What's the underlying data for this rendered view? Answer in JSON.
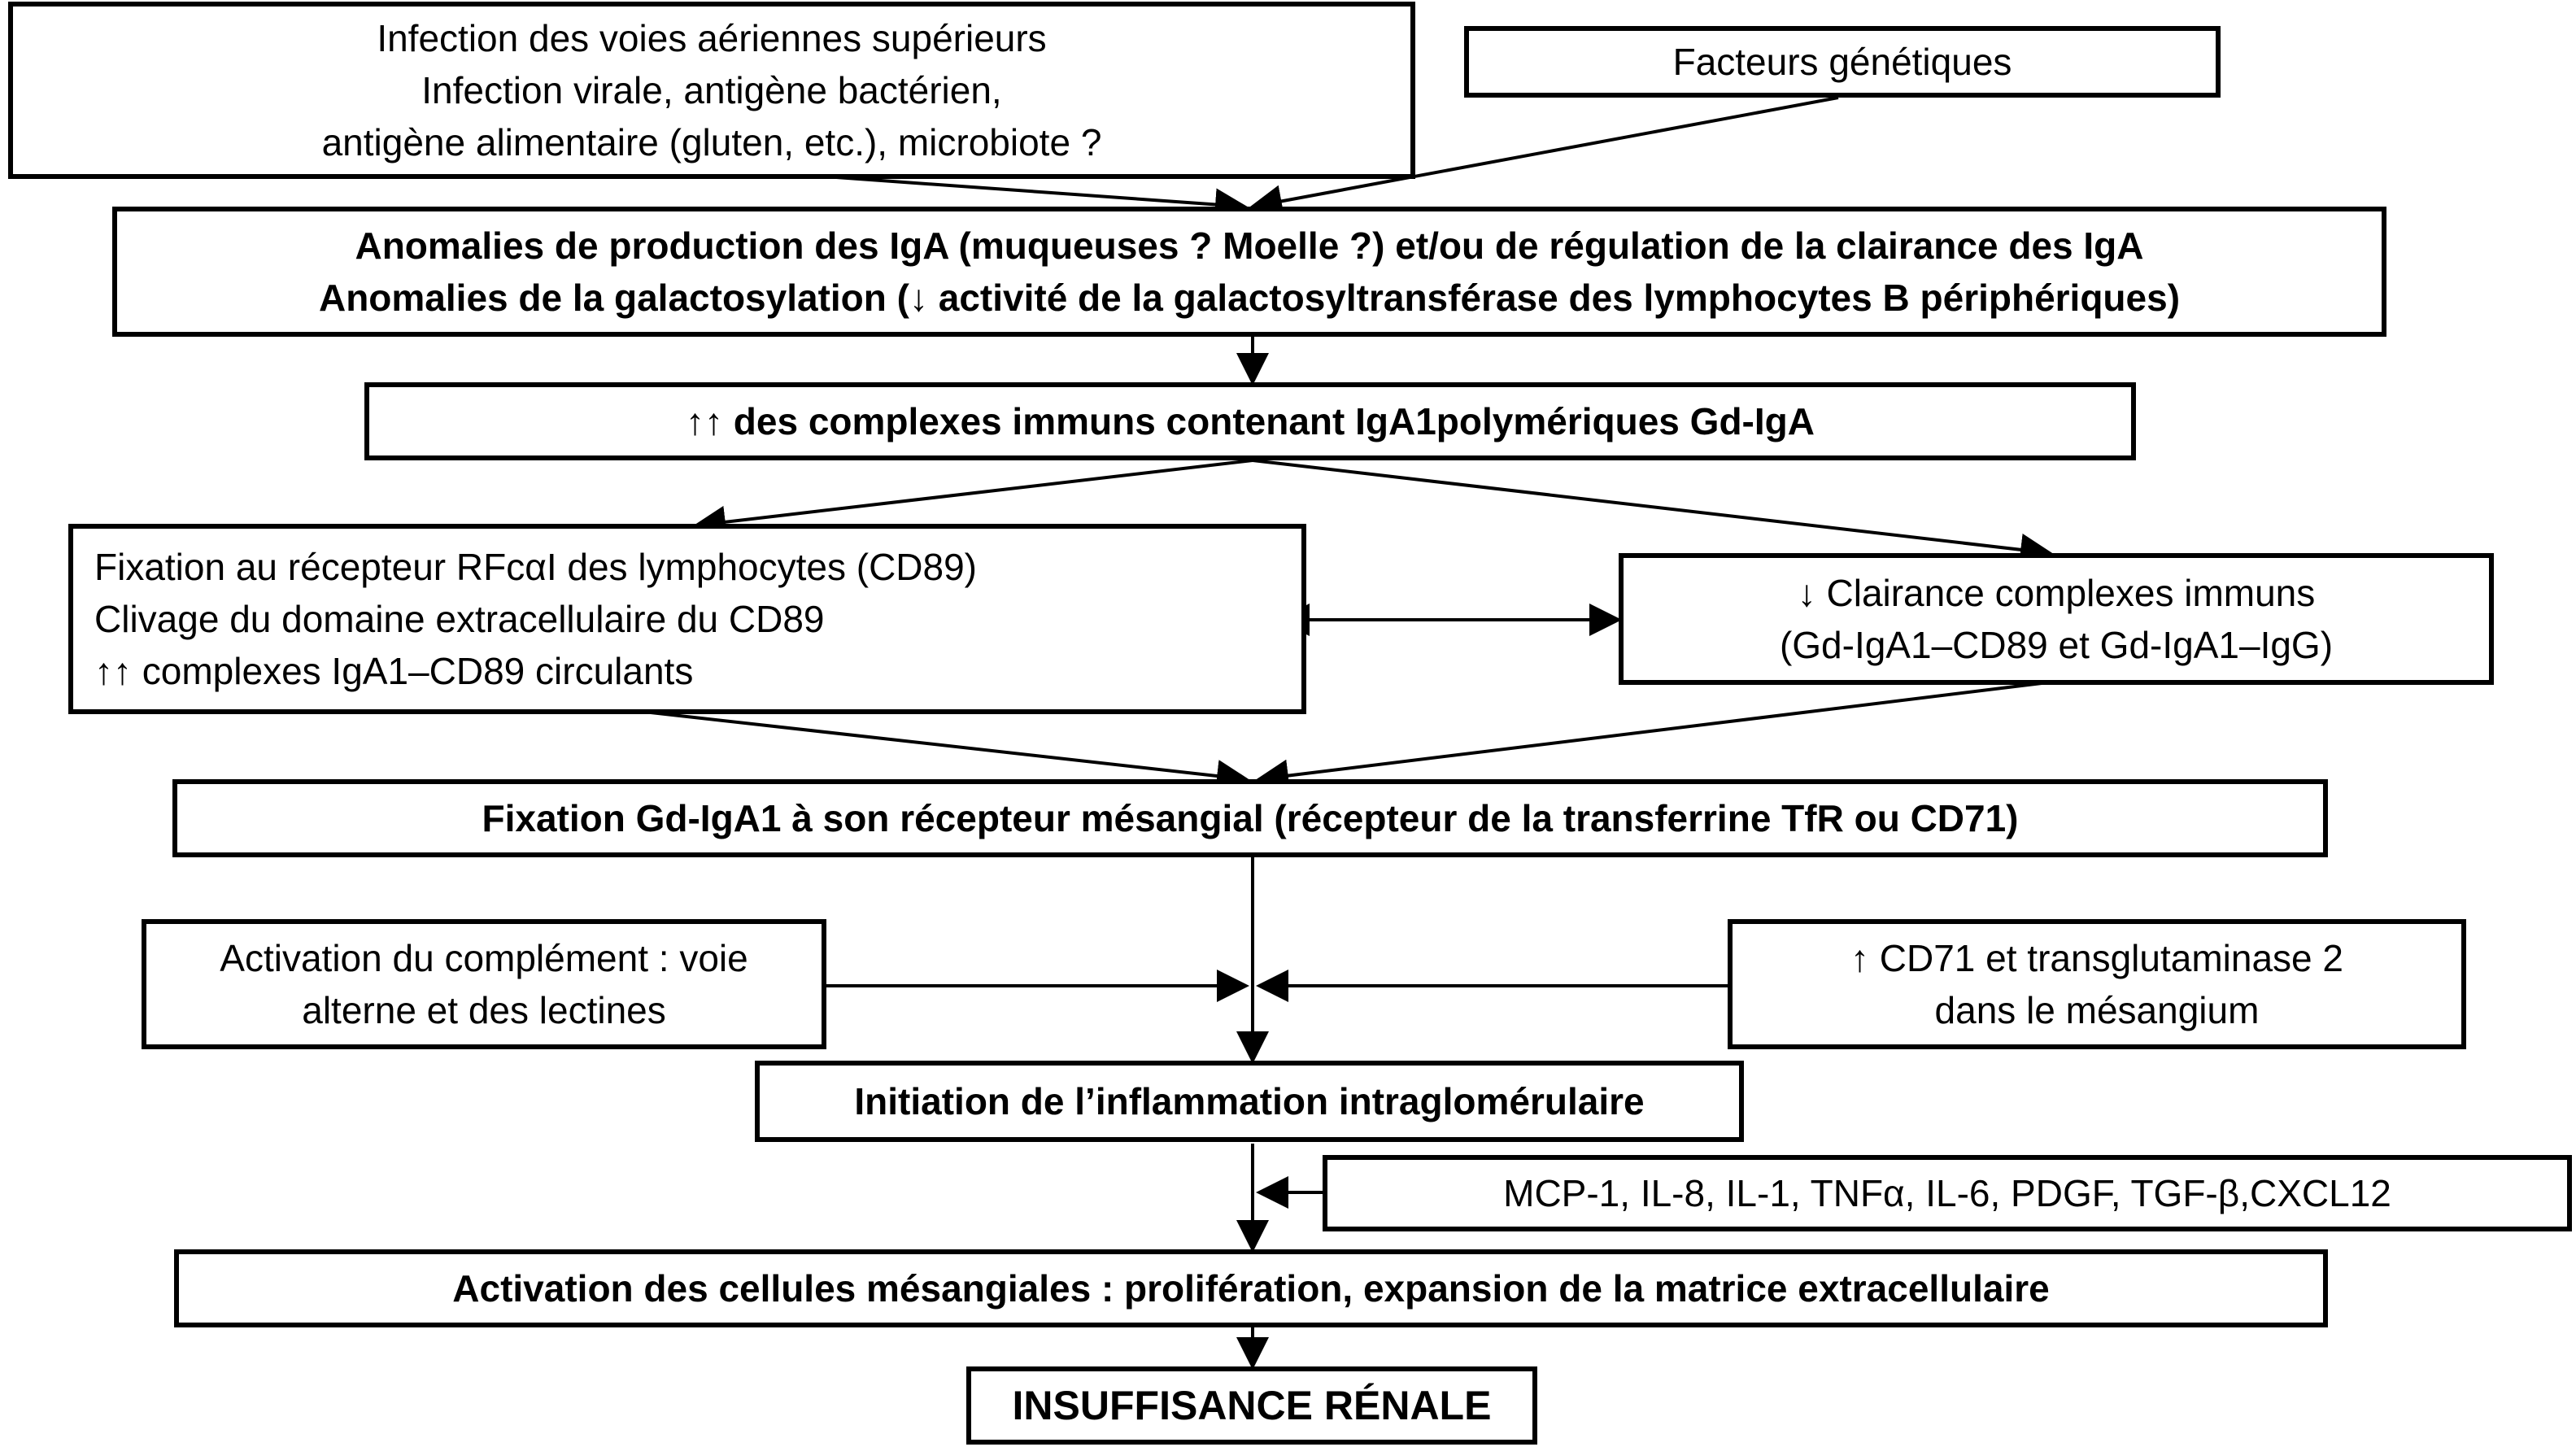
{
  "boxes": {
    "infection": {
      "lines": [
        "Infection des voies aériennes supérieurs",
        "Infection virale, antigène bactérien,",
        "antigène alimentaire (gluten, etc.), microbiote ?"
      ]
    },
    "genetics": {
      "lines": [
        "Facteurs génétiques"
      ]
    },
    "anomalies": {
      "lines": [
        "Anomalies de production des IgA (muqueuses ? Moelle ?) et/ou de régulation de la clairance des IgA",
        "Anomalies de la galactosylation  (↓ activité de la galactosyltransférase des lymphocytes B périphériques)"
      ]
    },
    "complexes": {
      "lines": [
        "↑↑ des complexes immuns contenant IgA1polymériques Gd-IgA"
      ]
    },
    "fixation_receptor": {
      "lines": [
        "Fixation au récepteur RFcαI des lymphocytes (CD89)",
        "Clivage du domaine extracellulaire du CD89",
        "↑↑ complexes IgA1–CD89 circulants"
      ]
    },
    "clearance": {
      "lines": [
        "↓  Clairance complexes immuns",
        "(Gd-IgA1–CD89 et Gd-IgA1–IgG)"
      ]
    },
    "mesangial_fixation": {
      "lines": [
        "Fixation Gd-IgA1 à son récepteur mésangial (récepteur de la transferrine TfR ou CD71)"
      ]
    },
    "complement": {
      "lines": [
        "Activation du complément : voie",
        "alterne et des lectines"
      ]
    },
    "cd71": {
      "lines": [
        "↑ CD71 et transglutaminase 2",
        "dans le mésangium"
      ]
    },
    "inflammation": {
      "lines": [
        "Initiation de l’inflammation intraglomérulaire"
      ]
    },
    "cytokines": {
      "lines": [
        "MCP-1, IL-8, IL-1, TNFα, IL-6, PDGF, TGF-β,CXCL12"
      ]
    },
    "activation": {
      "lines": [
        "Activation des cellules mésangiales : prolifération, expansion de la matrice extracellulaire"
      ]
    },
    "final": {
      "lines": [
        "INSUFFISANCE RÉNALE"
      ]
    }
  }
}
